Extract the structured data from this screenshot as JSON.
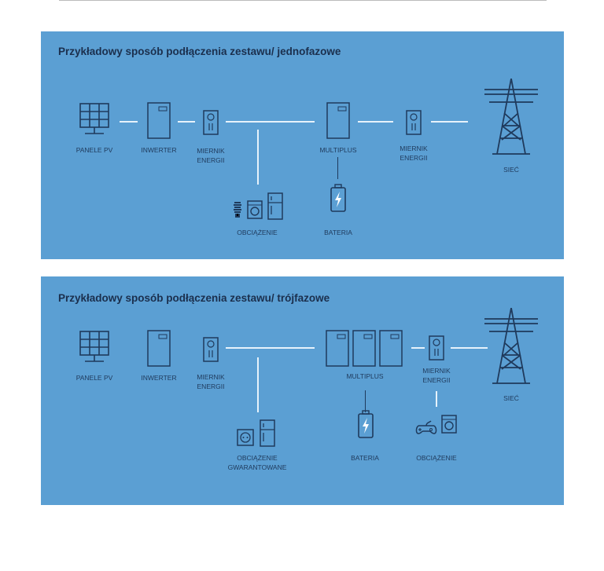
{
  "diagram1": {
    "title": "Przykładowy sposób podłączenia zestawu/ jednofazowe",
    "labels": {
      "pv": "PANELE PV",
      "inverter": "INWERTER",
      "meter1_a": "MIERNIK",
      "meter1_b": "ENERGII",
      "multiplus": "MULTIPLUS",
      "meter2_a": "MIERNIK",
      "meter2_b": "ENERGII",
      "grid": "SIEĆ",
      "load": "OBCIĄŻENIE",
      "battery": "BATERIA"
    }
  },
  "diagram2": {
    "title": "Przykładowy sposób podłączenia zestawu/ trójfazowe",
    "labels": {
      "pv": "PANELE PV",
      "inverter": "INWERTER",
      "meter1_a": "MIERNIK",
      "meter1_b": "ENERGII",
      "multiplus": "MULTIPLUS",
      "meter2_a": "MIERNIK",
      "meter2_b": "ENERGII",
      "grid": "SIEĆ",
      "load_g_a": "OBCIĄŻENIE",
      "load_g_b": "GWARANTOWANE",
      "battery": "BATERIA",
      "load": "OBCIĄŻENIE"
    }
  },
  "colors": {
    "background": "#5b9fd3",
    "icon": "#1f3a5c",
    "line": "#e6f2fb"
  }
}
